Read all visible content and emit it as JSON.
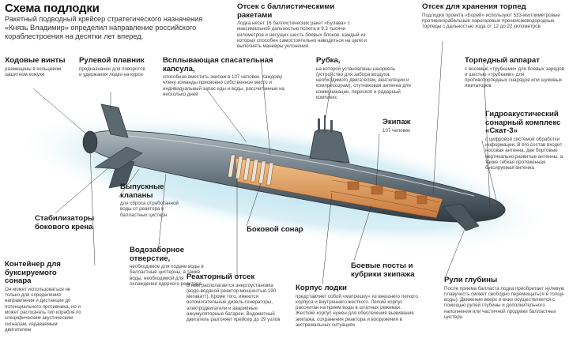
{
  "title": "Схема подлодки",
  "intro": "Ракетный подводный крейсер стратегического назначения «Князь Владимир» определил направление российского кораблестроения на десятки лет вперед.",
  "labels": {
    "propellers": {
      "title": "Ходовые винты",
      "desc": "размещены в кольцевом защитном кожухе"
    },
    "rudder": {
      "title": "Рулевой плавник",
      "desc": "предназначен для поворотов и удержания лодки на курсе"
    },
    "capsule": {
      "title": "Всплывающая спасательная капсула,",
      "desc": "способная вместить экипаж в 107 человек. Каждому члену команды присвоено собственное место и индивидуальный запас еды и воды, рассчитанные на несколько дней"
    },
    "missiles": {
      "title": "Отсек с баллистическими ракетами",
      "desc": "Лодка несет 16 баллистических ракет «Булава» с максимальной дальностью полета в 9,3 тысячи километров и несущих шесть боевых блоков, каждый из которых способен самостоятельно наводиться на цели и выполнять маневры уклонения"
    },
    "cabin": {
      "title": "Рубка,",
      "desc": "на которой установлены шноркель (устройство для забора воздуха, необходимого двигателям, вентиляции и компрессорам), спутниковая антенна для коммуникации, перископ и радарный комплекс"
    },
    "torpedo_storage": {
      "title": "Отсек для хранения торпед",
      "desc": "Подлодки проекта «Борей» используют 533-миллиметровые противокорабельные парогазовые пренеисмоводородные торпеды с дальностью хода от 12 до 22 километров"
    },
    "torpedo_tube": {
      "title": "Торпедный аппарат",
      "desc": "с восемью «трубками» для боевых зарядов и шестью «трубками» для противоторпедных снарядов или шумовых имитаторов"
    },
    "crew": {
      "title": "Экипаж",
      "desc": "107 человек"
    },
    "sonar": {
      "title": "Гидроакустический сонарный комплекс «Скат-3»",
      "desc": "с цифровой системой обработки информации. В его состав входит носовая антенна, две бортовые вертикально развитые антенны, а также гибкая протяженная буксируемая антенна"
    },
    "valves": {
      "title": "Выпускные клапаны",
      "desc": "для сброса отработанной воды от реактора и балластных цистерн"
    },
    "stabilizers": {
      "title": "Стабилизаторы бокового крена",
      "desc": ""
    },
    "side_sonar": {
      "title": "Боковой сонар",
      "desc": ""
    },
    "intake": {
      "title": "Водозаборное отверстие,",
      "desc": "необходимое для подачи воды в балластные цистерны, а также воды, необходимой для охлаждения ядерного реактора"
    },
    "container": {
      "title": "Контейнер для буксируемого сонара",
      "desc": "Он может использоваться не только для определения направления и дистанции до потенциального противника, но и может распознать тип корабля по специфическим акустическим сигналам, издаваемым двигателем"
    },
    "reactor": {
      "title": "Реакторный отсек",
      "desc": "В нем располагается энергоустановка (водо-водяной реактор мощностью 190 мегаватт). Кроме того, имеются вспомогательные дизель-генераторы, электродвигатели и аварийные аккумуляторные батареи. Водометный двигатель разгоняет крейсер до 29 узлов"
    },
    "hull": {
      "title": "Корпус лодки",
      "desc": "представляет собой «матрешку» из внешнего легкого корпуса и внутреннего жесткого. Легкий корпус рассчитан на прием воды в штатных режимах. Жесткий корпус нужен для обеспечения выживания экипажа, сохранения реактора и вооружения в экстремальных ситуациях"
    },
    "posts": {
      "title": "Боевые посты и кубрики экипажа",
      "desc": ""
    },
    "planes": {
      "title": "Рули глубины",
      "desc": "После приема балласта лодка приобретает нулевую плавучесть (может свободно перемещаться в толще воды). Движение вверх и вниз осуществляется с помощью рулей глубины и дополнительного наполнения или частичной продувки балластных цистерн"
    }
  },
  "colors": {
    "hull_dark": "#3c4850",
    "hull_mid": "#6f7d86",
    "hull_light": "#aeb8be",
    "water": "#cfe8f0",
    "interior": "#e4a866",
    "accent": "#c8642e"
  }
}
